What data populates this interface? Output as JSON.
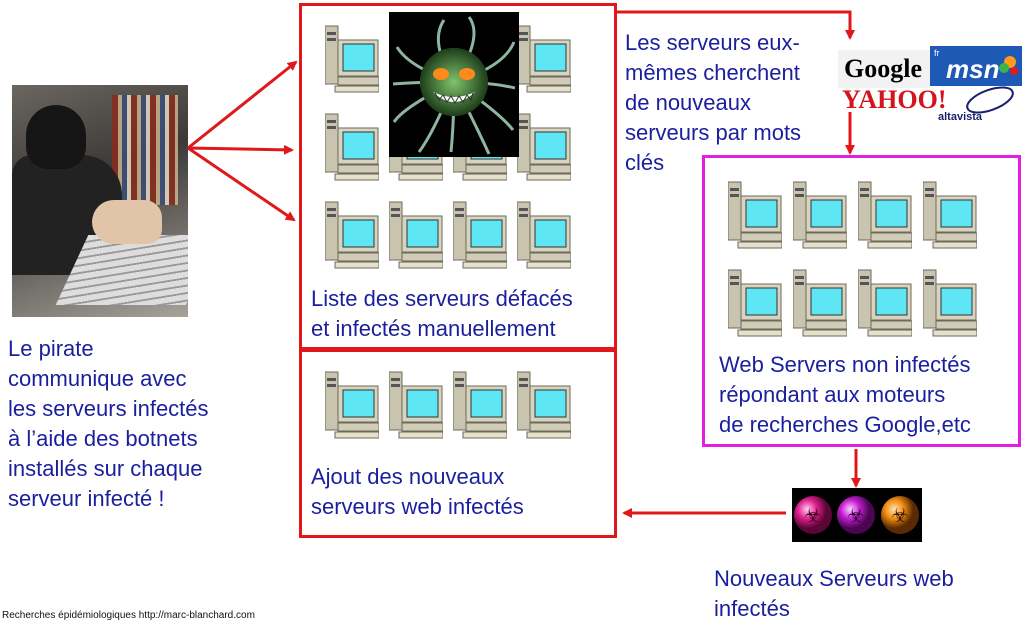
{
  "hacker_text": [
    "Le pirate",
    "communique avec",
    "les serveurs infectés",
    "à l’aide des botnets",
    "installés sur chaque",
    "serveur infecté !"
  ],
  "search_text": [
    "Les serveurs eux-",
    "mêmes cherchent",
    "de nouveaux",
    "serveurs par mots",
    "clés"
  ],
  "defaced_label": [
    "Liste des serveurs défacés",
    "et infectés manuellement"
  ],
  "new_servers_label": [
    "Ajout des nouveaux",
    "serveurs web infectés"
  ],
  "uninfected_label": [
    "Web Servers non infectés",
    "répondant aux moteurs",
    "de recherches Google,etc"
  ],
  "new_infected_label": [
    "Nouveaux Serveurs web",
    "infectés"
  ],
  "footer": "Recherches épidémiologiques http://marc-blanchard.com",
  "logos": {
    "google": "Google",
    "msn": "msn",
    "msn_fr": "fr",
    "yahoo": "YAHOO!",
    "altavista": "altavista"
  },
  "colors": {
    "arrow": "#e0181b",
    "defaced_border": "#e0181b",
    "uninfected_border": "#e21ee0",
    "text": "#1a1f9e",
    "screen": "#5fe6f5"
  },
  "icons": [
    "hacker-photo",
    "virus-monster-icon",
    "computer-server-icon",
    "biohazard-icon",
    "search-engine-logos"
  ]
}
